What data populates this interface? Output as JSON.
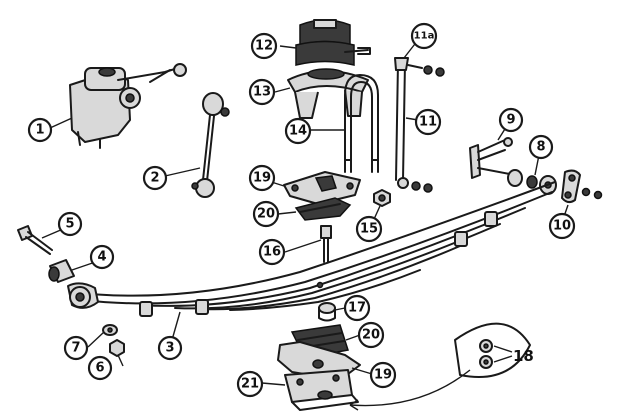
{
  "callouts": {
    "c1": "1",
    "c2": "2",
    "c3": "3",
    "c4": "4",
    "c5": "5",
    "c6": "6",
    "c7": "7",
    "c8": "8",
    "c9": "9",
    "c10": "10",
    "c11": "11",
    "c11a": "11a",
    "c12": "12",
    "c13": "13",
    "c14": "14",
    "c15": "15",
    "c16": "16",
    "c17": "17",
    "c18": "18",
    "c19a": "19",
    "c19b": "19",
    "c20a": "20",
    "c20b": "20",
    "c21": "21"
  }
}
